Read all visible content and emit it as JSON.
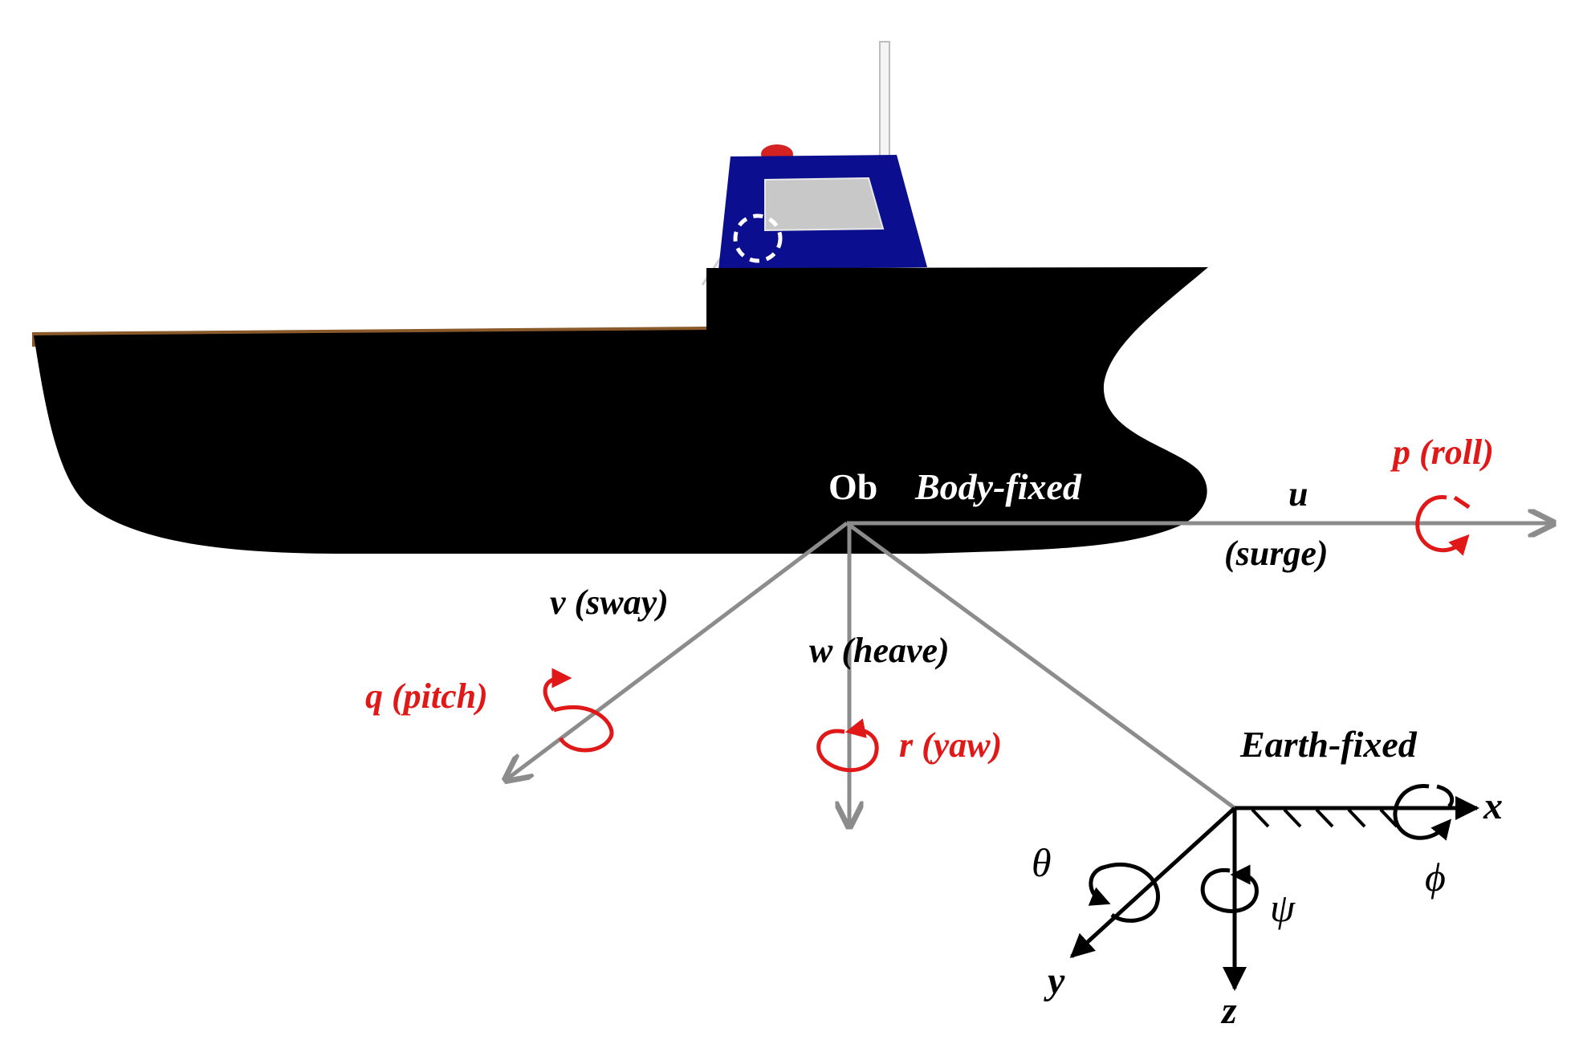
{
  "colors": {
    "hull": "#000000",
    "cabin": "#0b0f8f",
    "window": "#c8c8c8",
    "deck": "#8b5a2b",
    "body_axes": "#8c8c8c",
    "rotation_red": "#e01818",
    "earth_axes": "#000000"
  },
  "body_frame": {
    "origin_label": "Ob",
    "frame_label": "Body-fixed",
    "u_label": "u",
    "surge_label": "(surge)",
    "p_label": "p (roll)",
    "v_label": "v (sway)",
    "q_label": "q (pitch)",
    "w_label": "w (heave)",
    "r_label": "r (yaw)"
  },
  "earth_frame": {
    "frame_label": "Earth-fixed",
    "x_label": "x",
    "y_label": "y",
    "z_label": "z",
    "phi_label": "ϕ",
    "theta_label": "θ",
    "psi_label": "ψ"
  },
  "icons": [
    "ship-icon",
    "life-ring-icon",
    "beacon-light-icon",
    "rotation-arrow-icon"
  ]
}
